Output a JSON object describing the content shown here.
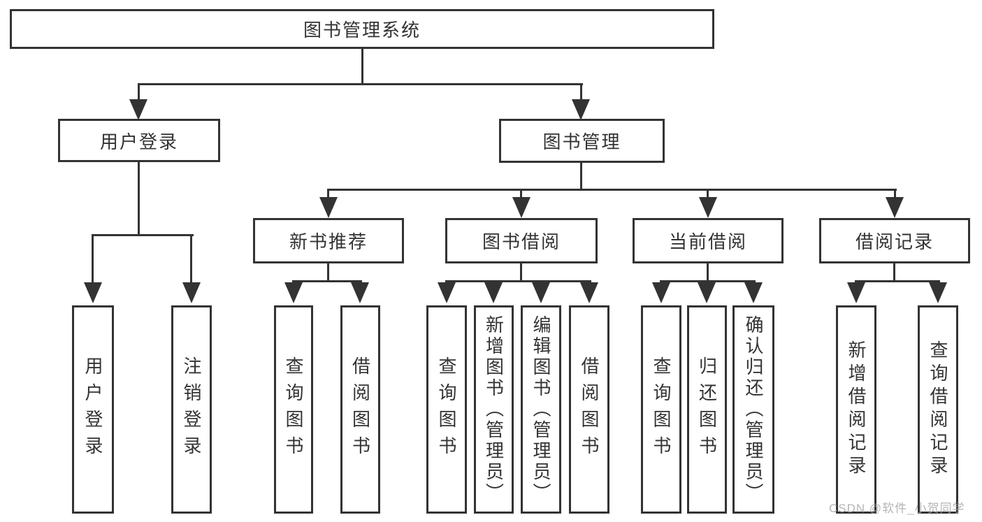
{
  "title": "图书管理系统",
  "level2": {
    "user_login": "用户登录",
    "book_mgmt": "图书管理"
  },
  "level3": {
    "new_books": "新书推荐",
    "borrow": "图书借阅",
    "current": "当前借阅",
    "records": "借阅记录"
  },
  "leaves": {
    "user_login": [
      "用户登录",
      "注销登录"
    ],
    "new_books": [
      "查询图书",
      "借阅图书"
    ],
    "borrow": [
      "查询图书",
      "新增图书（管理员）",
      "编辑图书（管理员）",
      "借阅图书"
    ],
    "current": [
      "查询图书",
      "归还图书",
      "确认归还（管理员）"
    ],
    "records": [
      "新增借阅记录",
      "查询借阅记录"
    ]
  },
  "watermark": "CSDN @软件_小贺同学",
  "colors": {
    "line": "#333333",
    "text": "#333333",
    "background": "#ffffff",
    "watermark": "#a9a9a9"
  }
}
